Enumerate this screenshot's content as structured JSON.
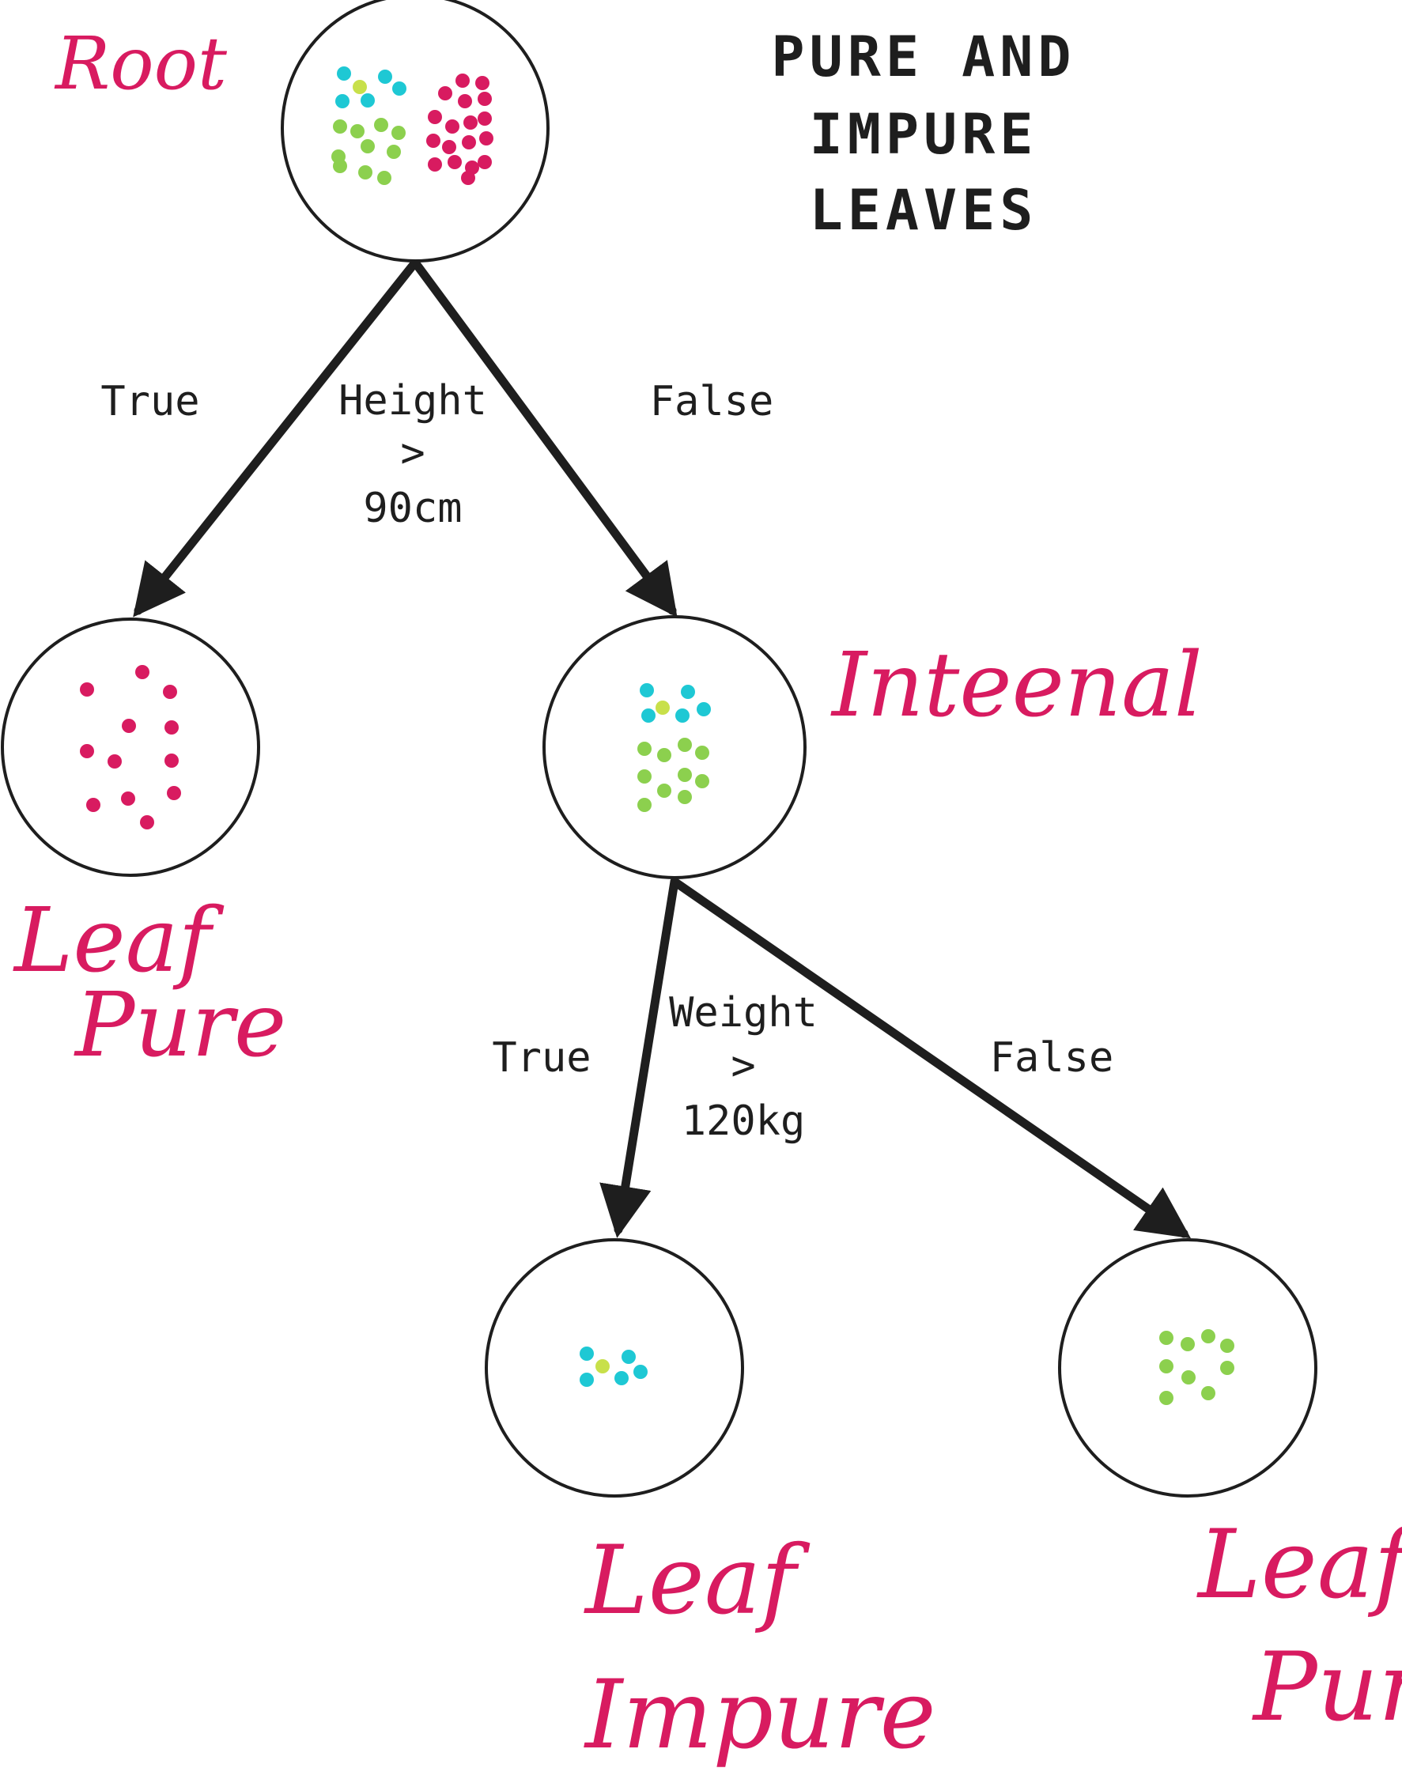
{
  "title": [
    "PURE AND",
    "IMPURE",
    "LEAVES"
  ],
  "colors": {
    "ink": "#1e1e1e",
    "label": "#d81b60",
    "magenta": "#d81b60",
    "cyan": "#1ec8d4",
    "lime": "#c8e04a",
    "green": "#8cd04e"
  },
  "nodes": {
    "root": {
      "label": [
        "Root"
      ],
      "contents": "cyan + lime + green + magenta dots"
    },
    "left_leaf": {
      "label": [
        "Leaf",
        "Pure"
      ],
      "contents": "magenta dots"
    },
    "internal": {
      "label": [
        "Inteenal"
      ],
      "contents": "cyan + lime + green dots"
    },
    "impure_leaf": {
      "label": [
        "Leaf",
        "Impure"
      ],
      "contents": "cyan + lime dots"
    },
    "pure_leaf": {
      "label": [
        "Leaf",
        "Pure"
      ],
      "contents": "green dots"
    }
  },
  "splits": {
    "root": {
      "condition": [
        "Height",
        ">",
        "90cm"
      ],
      "true_label": "True",
      "false_label": "False"
    },
    "internal": {
      "condition": [
        "Weight",
        ">",
        "120kg"
      ],
      "true_label": "True",
      "false_label": "False"
    }
  }
}
